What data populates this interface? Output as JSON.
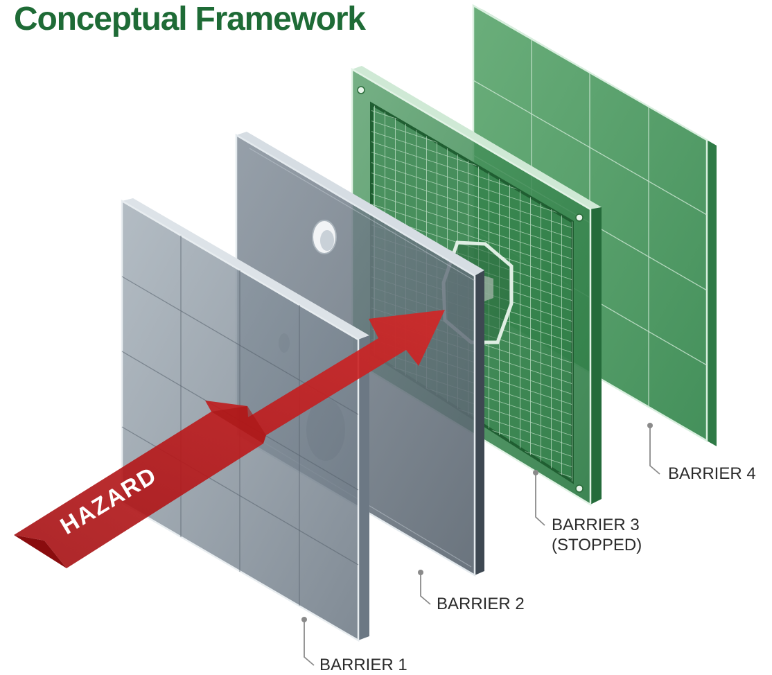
{
  "title": "Conceptual Framework",
  "colors": {
    "title": "#1e6b36",
    "hazard": "#c41a1a",
    "barrier_gray": "#7f8a94",
    "barrier_green": "#3f8a55",
    "label": "#2b2b2b"
  },
  "hazard": {
    "label": "HAZARD"
  },
  "barriers": [
    {
      "label": "BARRIER 1"
    },
    {
      "label": "BARRIER 2"
    },
    {
      "label": "BARRIER 3",
      "sublabel": "(STOPPED)"
    },
    {
      "label": "BARRIER 4"
    }
  ]
}
